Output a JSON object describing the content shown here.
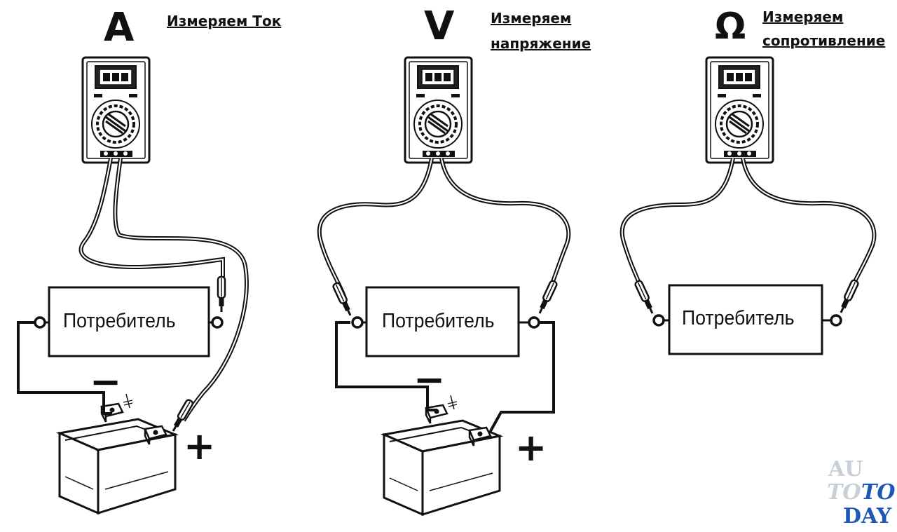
{
  "panels": [
    {
      "symbol": "A",
      "caption_line1": "Измеряем Ток",
      "caption_line2": "",
      "load_label": "Потребитель",
      "minus": "−",
      "plus": "+"
    },
    {
      "symbol": "V",
      "caption_line1": "Измеряем",
      "caption_line2": "напряжение",
      "load_label": "Потребитель",
      "minus": "−",
      "plus": "+"
    },
    {
      "symbol": "Ω",
      "caption_line1": "Измеряем",
      "caption_line2": "сопротивление",
      "load_label": "Потребитель"
    }
  ],
  "watermark": {
    "line1": "AU",
    "line2a": "TO",
    "line2b": "TO",
    "line3": "DAY"
  },
  "colors": {
    "ink": "#111111",
    "watermark": "#c8cfd8",
    "watermark_accent": "#1e57b8"
  }
}
